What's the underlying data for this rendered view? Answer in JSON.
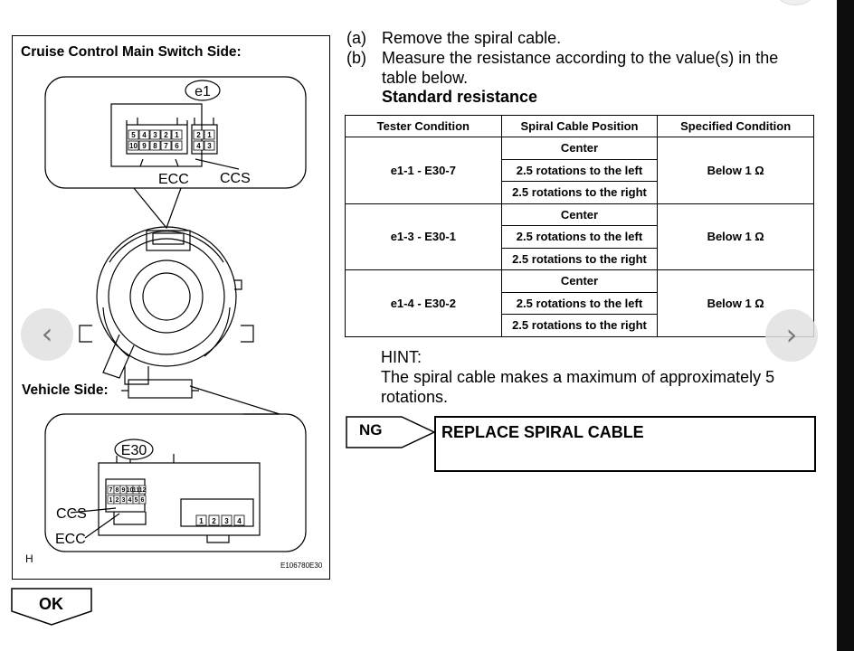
{
  "figure": {
    "switch_side_title": "Cruise Control Main Switch Side:",
    "vehicle_side_title": "Vehicle Side:",
    "e1_label": "e1",
    "e30_label": "E30",
    "ecc_label": "ECC",
    "ccs_label": "CCS",
    "e1_pins_top": [
      "5",
      "4",
      "3",
      "2",
      "1"
    ],
    "e1_pins_bottom": [
      "10",
      "9",
      "8",
      "7",
      "6"
    ],
    "e1_small_top": [
      "2",
      "1"
    ],
    "e1_small_bottom": [
      "4",
      "3"
    ],
    "e30_pins_top": [
      "7",
      "8",
      "9",
      "10",
      "11",
      "12"
    ],
    "e30_pins_bottom": [
      "1",
      "2",
      "3",
      "4",
      "5",
      "6"
    ],
    "e30_side_pins": [
      "1",
      "2",
      "3",
      "4"
    ],
    "corner_letter": "H",
    "image_code": "E106780E30"
  },
  "steps": [
    {
      "label": "(a)",
      "text": "Remove the spiral cable."
    },
    {
      "label": "(b)",
      "text": "Measure the resistance according to the value(s) in the",
      "text2": "table below."
    }
  ],
  "standard_resistance": "Standard resistance",
  "table": {
    "headers": [
      "Tester Condition",
      "Spiral Cable Position",
      "Specified Condition"
    ],
    "groups": [
      {
        "tester": "e1-1 - E30-7",
        "positions": [
          "Center",
          "2.5 rotations to the left",
          "2.5 rotations to the right"
        ],
        "spec": "Below 1 Ω"
      },
      {
        "tester": "e1-3 - E30-1",
        "positions": [
          "Center",
          "2.5 rotations to the left",
          "2.5 rotations to the right"
        ],
        "spec": "Below 1 Ω"
      },
      {
        "tester": "e1-4 - E30-2",
        "positions": [
          "Center",
          "2.5 rotations to the left",
          "2.5 rotations to the right"
        ],
        "spec": "Below 1 Ω"
      }
    ]
  },
  "hint": {
    "title": "HINT:",
    "line1": "The spiral cable makes a maximum of approximately 5",
    "line2": "rotations."
  },
  "ng": {
    "label": "NG",
    "action": "REPLACE SPIRAL CABLE"
  },
  "ok": {
    "label": "OK"
  },
  "nav": {
    "prev": "‹",
    "next": "›"
  }
}
